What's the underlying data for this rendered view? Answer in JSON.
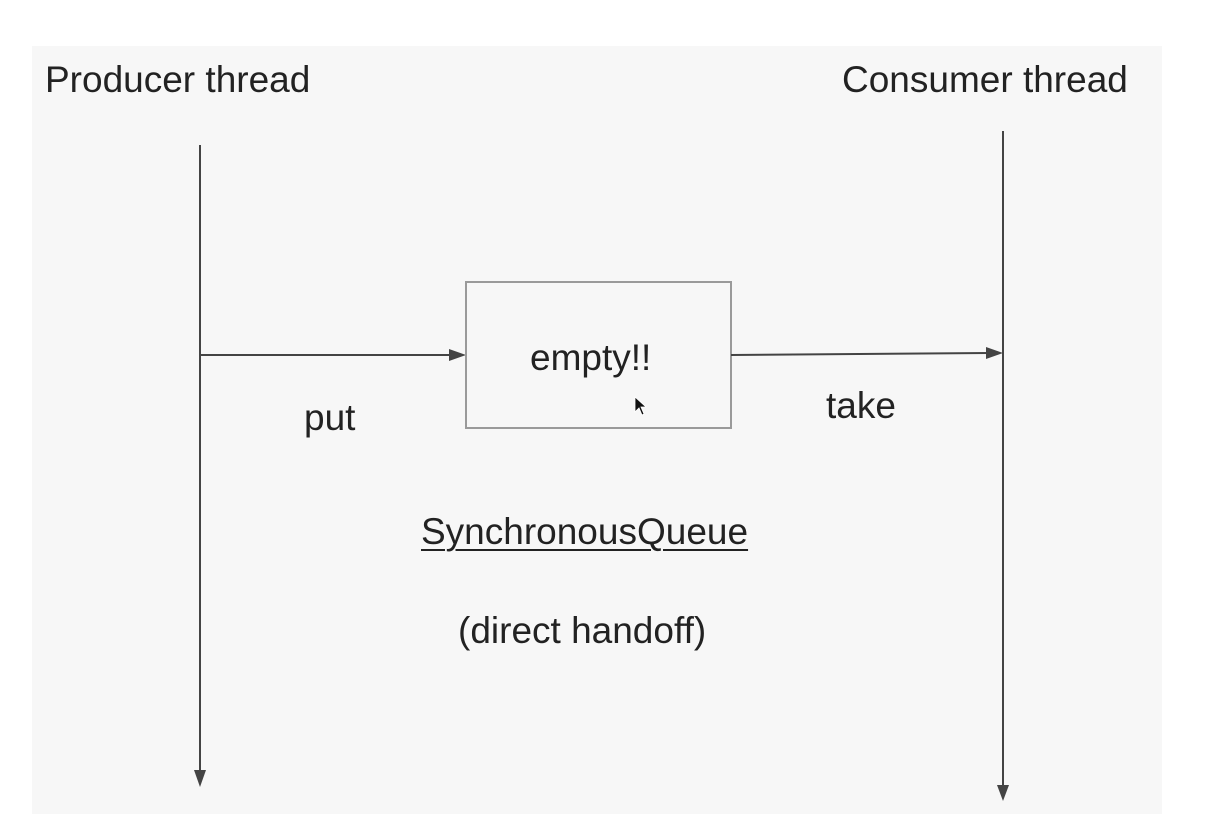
{
  "threads": {
    "producer": "Producer thread",
    "consumer": "Consumer thread"
  },
  "operations": {
    "put": "put",
    "take": "take"
  },
  "queue": {
    "content": "empty!!",
    "name": "SynchronousQueue",
    "subtitle": "(direct handoff)"
  },
  "colors": {
    "background": "#f7f7f7",
    "line": "#444444",
    "box_border": "#9a9a9a",
    "text": "#222222"
  },
  "icons": [
    "arrow-head-icon",
    "mouse-cursor-icon"
  ]
}
